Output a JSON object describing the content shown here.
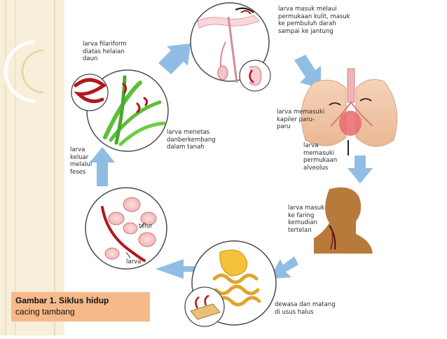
{
  "background": {
    "page": "#ffffff",
    "panel": "#f7efd9",
    "stripes": "#efe4c6"
  },
  "colors": {
    "arrow": "#8fbde3",
    "circle_stroke": "#4a4a4a",
    "worm": "#b3171c",
    "grass": "#5bbf3a",
    "lung": "#f3c8a8",
    "caption_bg": "#f6ba8a",
    "body_silhouette": "#b87a3a"
  },
  "caption": {
    "line1": "Gambar 1. Siklus hidup",
    "line2": "cacing tambang"
  },
  "stages": [
    {
      "id": "filariform",
      "label": "larva filariform\ndiatas helaian\ndaun"
    },
    {
      "id": "skin",
      "label": "larva masuk melaui\npermukaan kulit, masuk\nke pembuluh darah\nsampai ke jantung"
    },
    {
      "id": "lungs",
      "label": "larva memasuki\nkapiler paru-\nparu"
    },
    {
      "id": "alveolus",
      "label": "larva\nmemasuki\npermukaan\nalveolus"
    },
    {
      "id": "pharynx",
      "label": "larva masuk\nke faring\nkemudian\ntertelan"
    },
    {
      "id": "intestine",
      "label": "dewasa dan matang\ndi usus halus"
    },
    {
      "id": "feces",
      "label": "larva\nkeluar\nmelalui\nfeses"
    },
    {
      "id": "soil",
      "label": "larva menetas\ndanberkembang\ndalam tanah"
    }
  ],
  "inset_labels": {
    "egg": "telur",
    "larva": "larva"
  }
}
